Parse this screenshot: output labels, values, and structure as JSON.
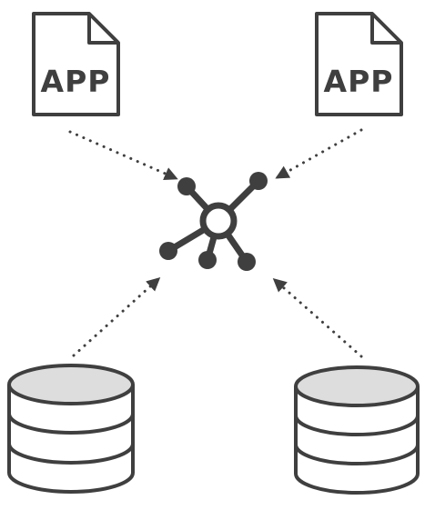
{
  "diagram": {
    "nodes": {
      "app_left": {
        "label": "APP",
        "icon": "document-icon"
      },
      "app_right": {
        "label": "APP",
        "icon": "document-icon"
      },
      "hub": {
        "icon": "hub-network-icon"
      },
      "db_left": {
        "icon": "database-icon"
      },
      "db_right": {
        "icon": "database-icon"
      }
    },
    "edges": [
      {
        "from": "app_left",
        "to": "hub",
        "style": "dotted-arrow"
      },
      {
        "from": "app_right",
        "to": "hub",
        "style": "dotted-arrow"
      },
      {
        "from": "db_left",
        "to": "hub",
        "style": "dotted-arrow"
      },
      {
        "from": "db_right",
        "to": "hub",
        "style": "dotted-arrow"
      }
    ],
    "colors": {
      "stroke": "#3f3f3f",
      "fill": "#ffffff",
      "db_top": "#dddddd"
    }
  }
}
